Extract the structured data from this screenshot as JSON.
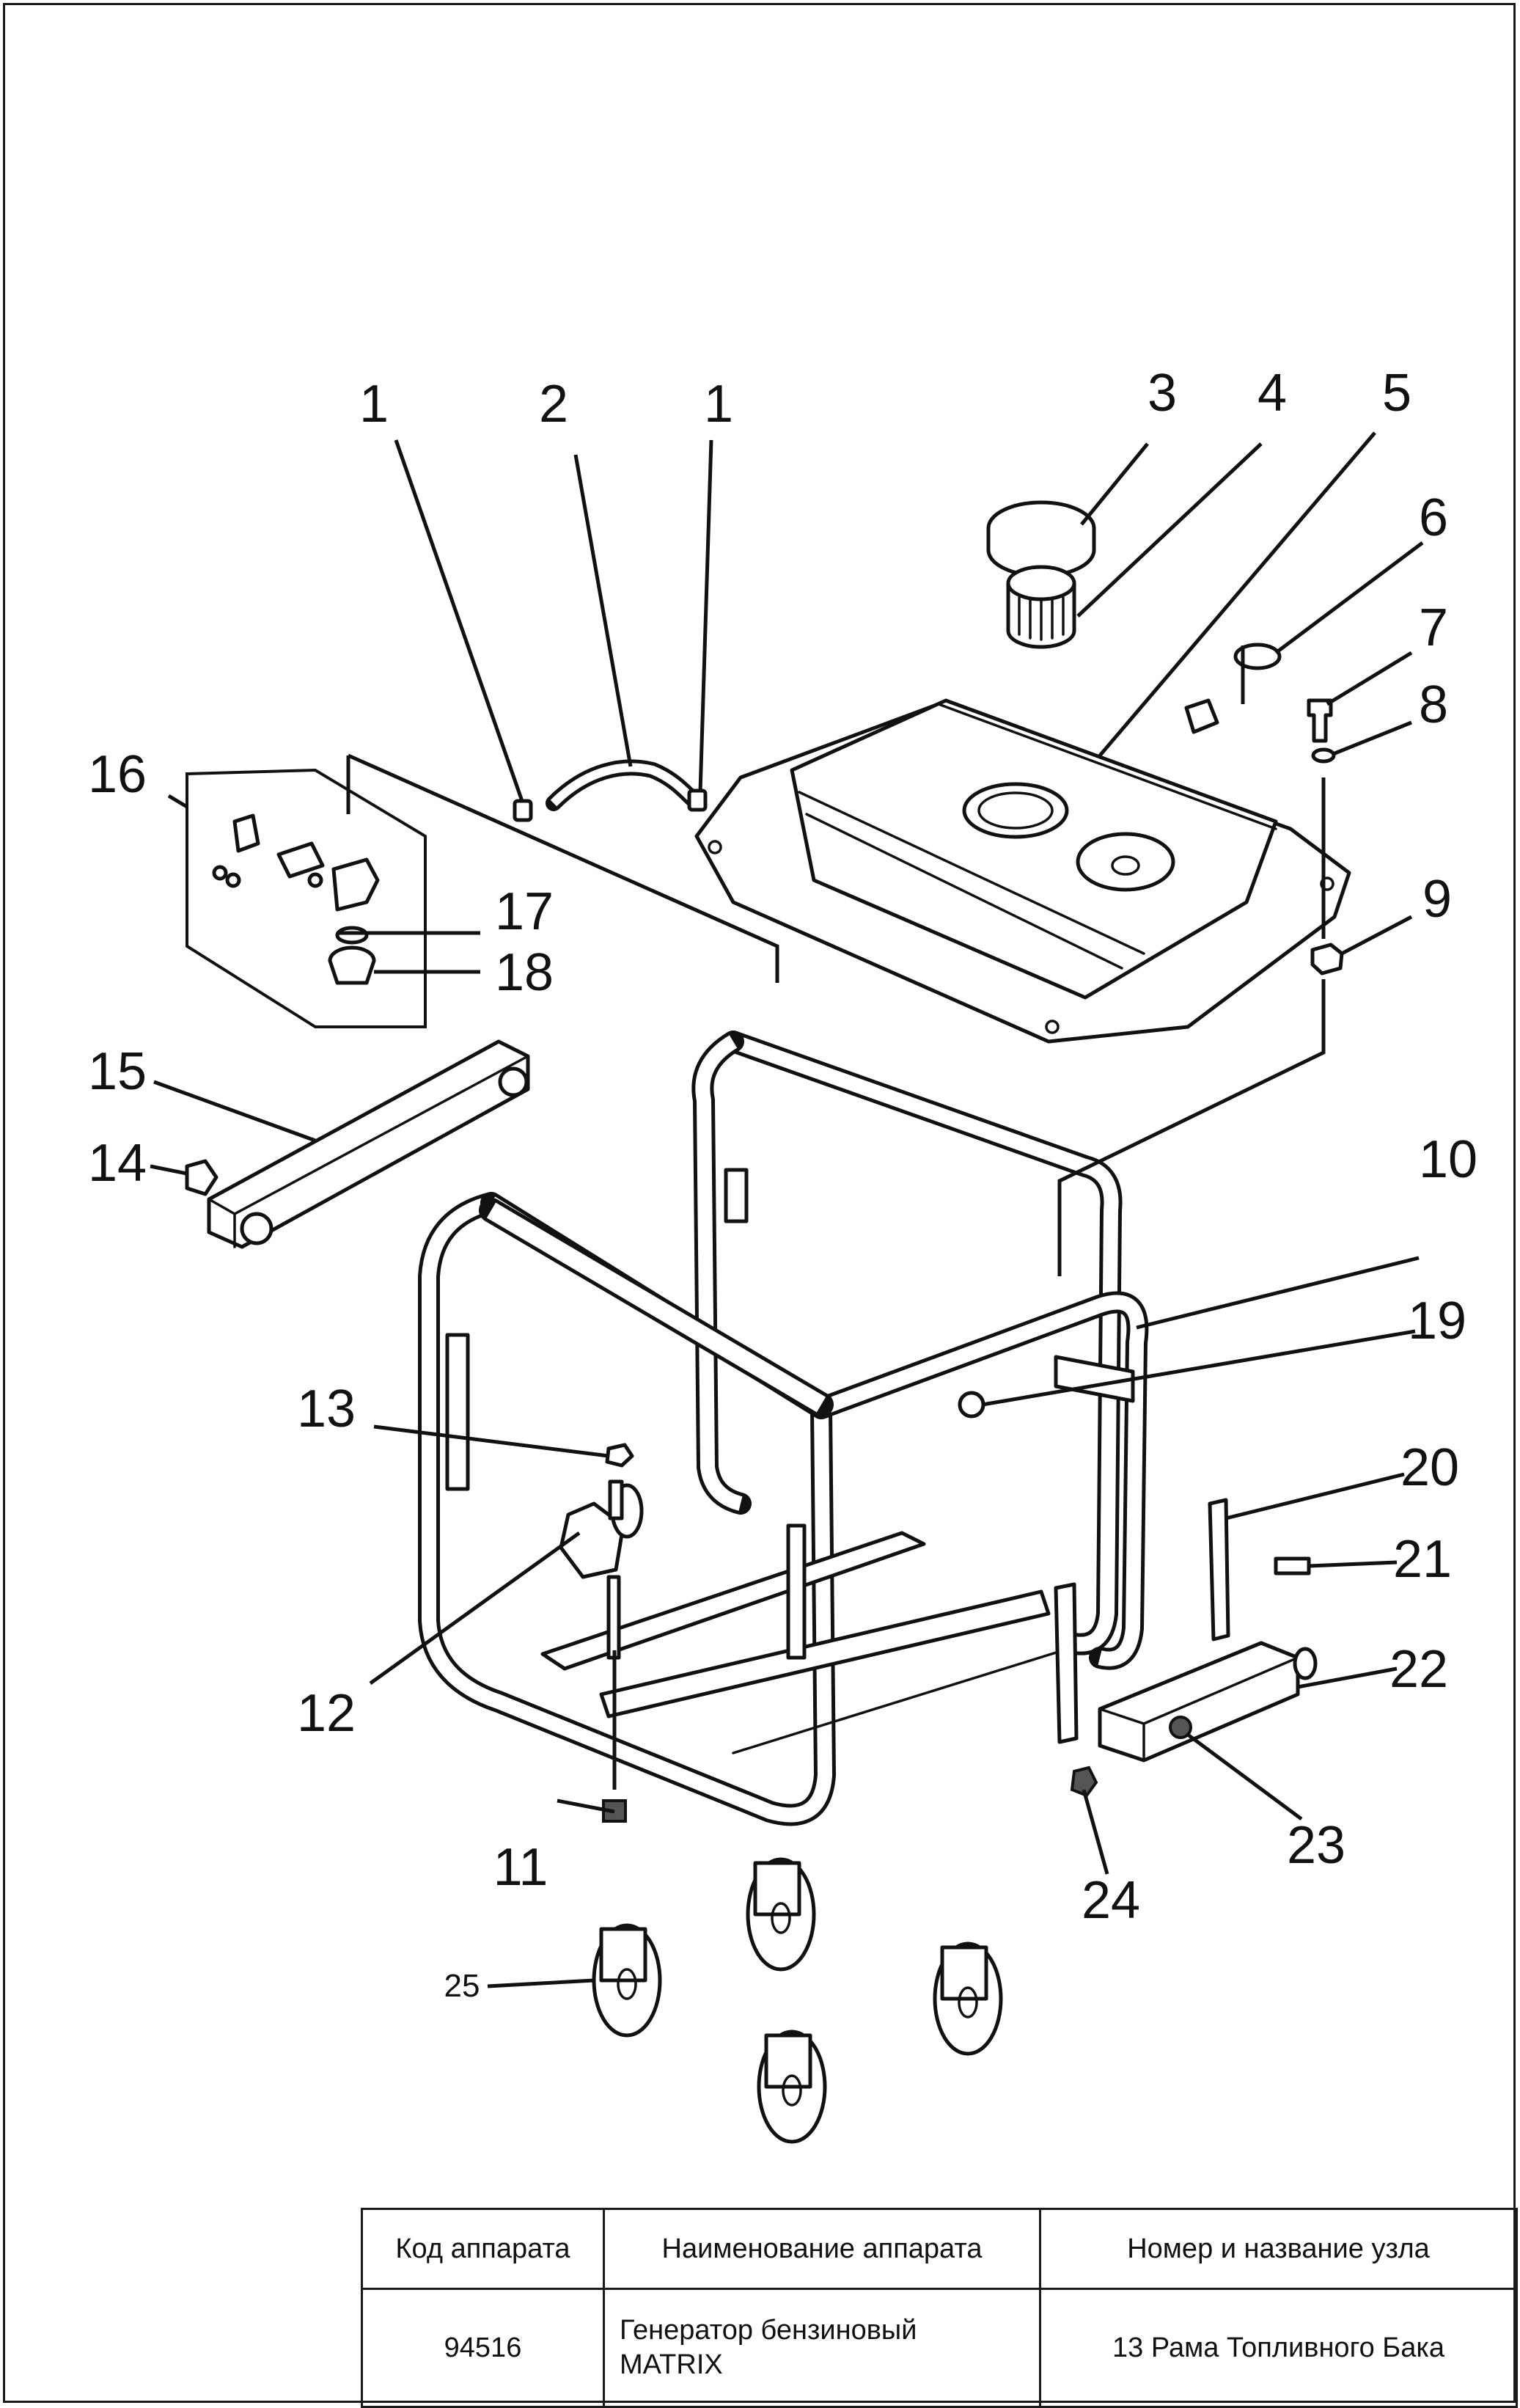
{
  "diagram": {
    "callouts": [
      "1",
      "2",
      "1",
      "3",
      "4",
      "5",
      "6",
      "7",
      "8",
      "9",
      "10",
      "11",
      "12",
      "13",
      "14",
      "15",
      "16",
      "17",
      "18",
      "19",
      "20",
      "21",
      "22",
      "23",
      "24",
      "25"
    ]
  },
  "table": {
    "headers": {
      "code": "Код аппарата",
      "name": "Наименование аппарата",
      "node": "Номер и название узла"
    },
    "row": {
      "code": "94516",
      "name_line1": "Генератор бензиновый",
      "name_line2": "MATRIX",
      "node": "13 Рама Топливного Бака"
    }
  }
}
